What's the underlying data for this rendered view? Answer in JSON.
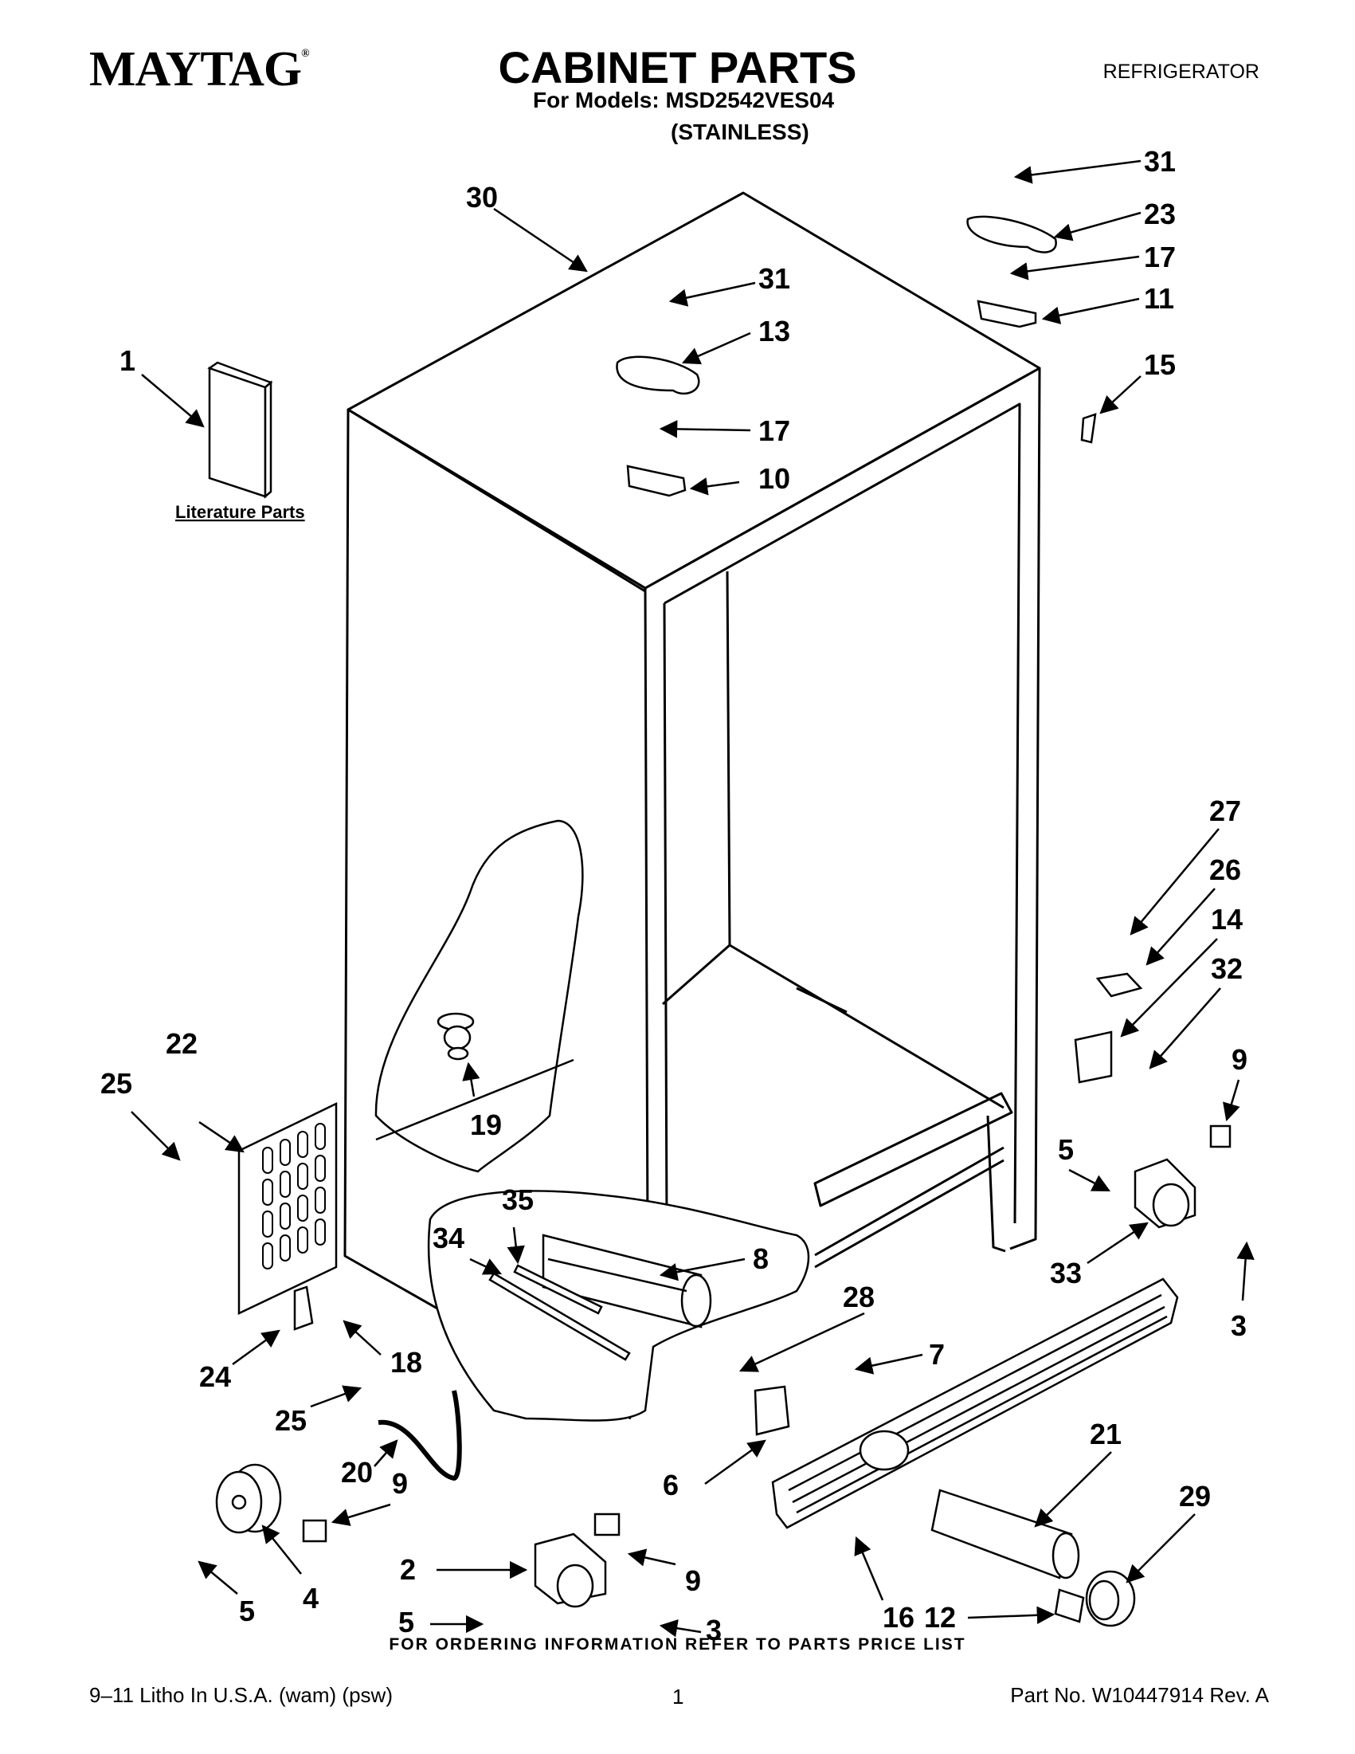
{
  "header": {
    "brand": "MAYTAG",
    "brand_mark": "®",
    "title": "CABINET PARTS",
    "category": "REFRIGERATOR",
    "models_line": "For Models: MSD2542VES04",
    "variant": "(STAINLESS)"
  },
  "literature_label": "Literature Parts",
  "callouts": {
    "c1": "1",
    "c30": "30",
    "c31a": "31",
    "c31b": "31",
    "c23": "23",
    "c17a": "17",
    "c11": "11",
    "c13": "13",
    "c15": "15",
    "c17b": "17",
    "c10": "10",
    "c27": "27",
    "c26": "26",
    "c14": "14",
    "c32": "32",
    "c9a": "9",
    "c22": "22",
    "c25a": "25",
    "c19": "19",
    "c5a": "5",
    "c35": "35",
    "c8": "8",
    "c34": "34",
    "c33": "33",
    "c3a": "3",
    "c28": "28",
    "c7": "7",
    "c24": "24",
    "c18": "18",
    "c25b": "25",
    "c20": "20",
    "c6": "6",
    "c21": "21",
    "c29": "29",
    "c9b": "9",
    "c2": "2",
    "c9c": "9",
    "c4": "4",
    "c5b": "5",
    "c5c": "5",
    "c3b": "3",
    "c16": "16",
    "c12": "12"
  },
  "footer": {
    "ordering_note": "FOR ORDERING INFORMATION REFER TO PARTS PRICE LIST",
    "print_info": "9–11 Litho In U.S.A. (wam) (psw)",
    "page_number": "1",
    "part_number": "Part No. W10447914 Rev. A"
  }
}
